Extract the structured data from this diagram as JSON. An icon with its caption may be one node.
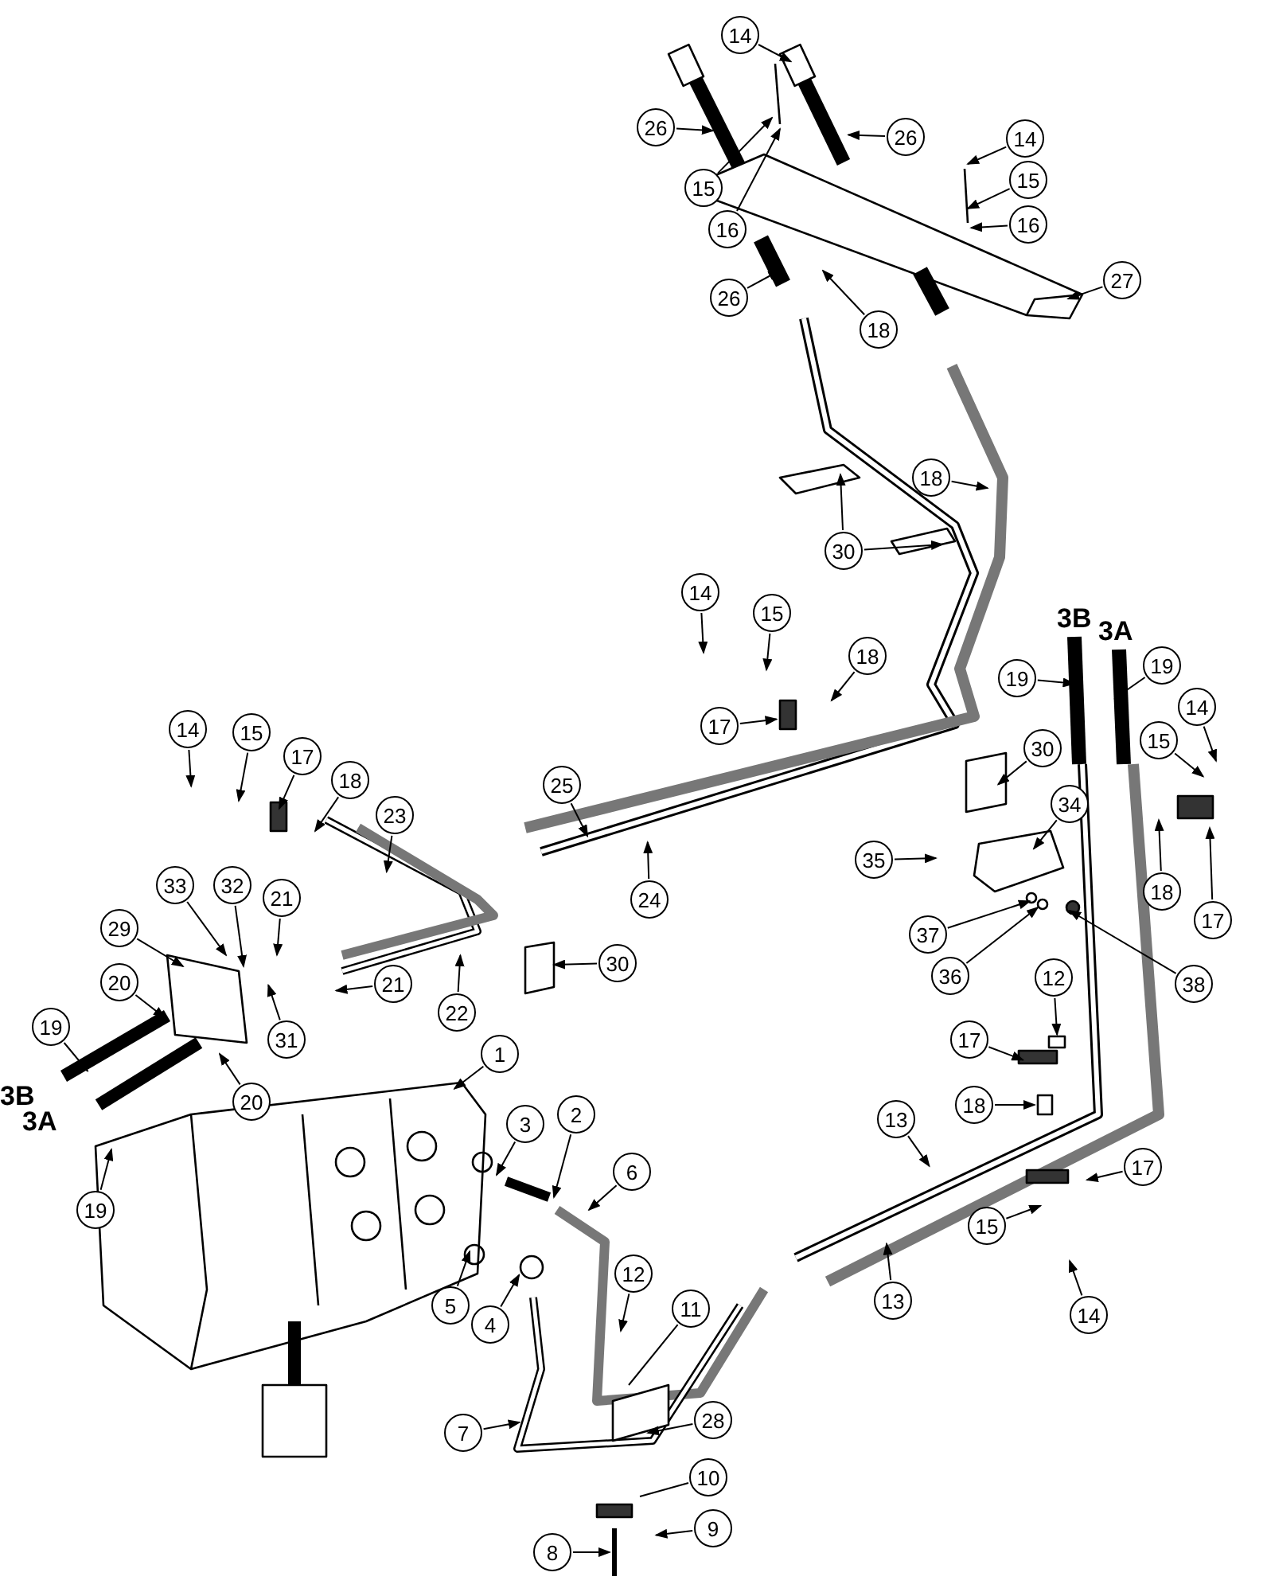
{
  "diagram": {
    "nodes": [
      {
        "text": [
          "14"
        ]
      },
      {
        "text": [
          "26"
        ]
      },
      {
        "text": [
          "26"
        ]
      },
      {
        "text": [
          "14"
        ]
      },
      {
        "text": [
          "15"
        ]
      },
      {
        "text": [
          "15"
        ]
      },
      {
        "text": [
          "16"
        ]
      },
      {
        "text": [
          "16"
        ]
      },
      {
        "text": [
          "26"
        ]
      },
      {
        "text": [
          "27"
        ]
      },
      {
        "text": [
          "18"
        ]
      },
      {
        "text": [
          "18"
        ]
      },
      {
        "text": [
          "30"
        ]
      },
      {
        "text": [
          "14"
        ]
      },
      {
        "text": [
          "15"
        ]
      },
      {
        "text": [
          "19"
        ]
      },
      {
        "text": [
          "19"
        ]
      },
      {
        "text": [
          "18"
        ]
      },
      {
        "text": [
          "17"
        ]
      },
      {
        "text": [
          "14"
        ]
      },
      {
        "text": [
          "30"
        ]
      },
      {
        "text": [
          "15"
        ]
      },
      {
        "text": [
          "14"
        ]
      },
      {
        "text": [
          "15"
        ]
      },
      {
        "text": [
          "17"
        ]
      },
      {
        "text": [
          "25"
        ]
      },
      {
        "text": [
          "18"
        ]
      },
      {
        "text": [
          "23"
        ]
      },
      {
        "text": [
          "34"
        ]
      },
      {
        "text": [
          "35"
        ]
      },
      {
        "text": [
          "18"
        ]
      },
      {
        "text": [
          "33"
        ]
      },
      {
        "text": [
          "32"
        ]
      },
      {
        "text": [
          "21"
        ]
      },
      {
        "text": [
          "24"
        ]
      },
      {
        "text": [
          "17"
        ]
      },
      {
        "text": [
          "29"
        ]
      },
      {
        "text": [
          "37"
        ]
      },
      {
        "text": [
          "12"
        ]
      },
      {
        "text": [
          "30"
        ]
      },
      {
        "text": [
          "36"
        ]
      },
      {
        "text": [
          "20"
        ]
      },
      {
        "text": [
          "21"
        ]
      },
      {
        "text": [
          "38"
        ]
      },
      {
        "text": [
          "22"
        ]
      },
      {
        "text": [
          "19"
        ]
      },
      {
        "text": [
          "31"
        ]
      },
      {
        "text": [
          "17"
        ]
      },
      {
        "text": [
          "1"
        ]
      },
      {
        "text": [
          "18"
        ]
      },
      {
        "text": [
          "20"
        ]
      },
      {
        "text": [
          "3"
        ]
      },
      {
        "text": [
          "13"
        ]
      },
      {
        "text": [
          "2"
        ]
      },
      {
        "text": [
          "17"
        ]
      },
      {
        "text": [
          "6"
        ]
      },
      {
        "text": [
          "19"
        ]
      },
      {
        "text": [
          "15"
        ]
      },
      {
        "text": [
          "12"
        ]
      },
      {
        "text": [
          "13"
        ]
      },
      {
        "text": [
          "14"
        ]
      },
      {
        "text": [
          "5"
        ]
      },
      {
        "text": [
          "11"
        ]
      },
      {
        "text": [
          "4"
        ]
      },
      {
        "text": [
          "28"
        ]
      },
      {
        "text": [
          "7"
        ]
      },
      {
        "text": [
          "10"
        ]
      },
      {
        "text": [
          "9"
        ]
      },
      {
        "text": [
          "8"
        ]
      }
    ],
    "edges": [
      {
        "from": 0,
        "to": null,
        "arrow": "to"
      },
      {
        "from": 1,
        "to": null,
        "arrow": "to"
      },
      {
        "from": 2,
        "to": null,
        "arrow": "to"
      },
      {
        "from": 3,
        "to": null,
        "arrow": "to"
      },
      {
        "from": 4,
        "to": null,
        "arrow": "to"
      },
      {
        "from": 5,
        "to": null,
        "arrow": "to"
      },
      {
        "from": 6,
        "to": null,
        "arrow": "to"
      },
      {
        "from": 7,
        "to": null,
        "arrow": "to"
      },
      {
        "from": 8,
        "to": null,
        "arrow": "to"
      },
      {
        "from": 9,
        "to": null,
        "arrow": "to"
      },
      {
        "from": 10,
        "to": null,
        "arrow": "to"
      },
      {
        "from": 11,
        "to": null,
        "arrow": "to"
      },
      {
        "from": 12,
        "to": null,
        "arrow": "to"
      },
      {
        "from": 12,
        "to": null,
        "arrow": "to"
      },
      {
        "from": 13,
        "to": null,
        "arrow": "to"
      },
      {
        "from": 14,
        "to": null,
        "arrow": "to"
      },
      {
        "from": 15,
        "to": null,
        "arrow": "to"
      },
      {
        "from": 16,
        "to": null,
        "arrow": "to"
      },
      {
        "from": 17,
        "to": null,
        "arrow": "to"
      },
      {
        "from": 18,
        "to": null,
        "arrow": "to"
      },
      {
        "from": 19,
        "to": null,
        "arrow": "to"
      },
      {
        "from": 20,
        "to": null,
        "arrow": "to"
      },
      {
        "from": 21,
        "to": null,
        "arrow": "to"
      },
      {
        "from": 22,
        "to": null,
        "arrow": "to"
      },
      {
        "from": 23,
        "to": null,
        "arrow": "to"
      },
      {
        "from": 24,
        "to": null,
        "arrow": "to"
      },
      {
        "from": 25,
        "to": null,
        "arrow": "to"
      },
      {
        "from": 26,
        "to": null,
        "arrow": "to"
      },
      {
        "from": 27,
        "to": null,
        "arrow": "to"
      },
      {
        "from": 28,
        "to": null,
        "arrow": "to"
      },
      {
        "from": 29,
        "to": null,
        "arrow": "to"
      },
      {
        "from": 30,
        "to": null,
        "arrow": "to"
      },
      {
        "from": 31,
        "to": null,
        "arrow": "to"
      },
      {
        "from": 32,
        "to": null,
        "arrow": "to"
      },
      {
        "from": 33,
        "to": null,
        "arrow": "to"
      },
      {
        "from": 34,
        "to": null,
        "arrow": "to"
      },
      {
        "from": 35,
        "to": null,
        "arrow": "to"
      },
      {
        "from": 36,
        "to": null,
        "arrow": "to"
      },
      {
        "from": 37,
        "to": null,
        "arrow": "to"
      },
      {
        "from": 38,
        "to": null,
        "arrow": "to"
      },
      {
        "from": 39,
        "to": null,
        "arrow": "to"
      },
      {
        "from": 40,
        "to": null,
        "arrow": "to"
      },
      {
        "from": 41,
        "to": null,
        "arrow": "to"
      },
      {
        "from": 42,
        "to": null,
        "arrow": "to"
      },
      {
        "from": 43,
        "to": null,
        "arrow": "to"
      },
      {
        "from": 44,
        "to": null,
        "arrow": "to"
      },
      {
        "from": 45,
        "to": null,
        "arrow": "to"
      },
      {
        "from": 46,
        "to": null,
        "arrow": "to"
      },
      {
        "from": 47,
        "to": null,
        "arrow": "to"
      },
      {
        "from": 48,
        "to": null,
        "arrow": "to"
      },
      {
        "from": 49,
        "to": null,
        "arrow": "to"
      },
      {
        "from": 50,
        "to": null,
        "arrow": "to"
      },
      {
        "from": 51,
        "to": null,
        "arrow": "to"
      },
      {
        "from": 52,
        "to": null,
        "arrow": "to"
      },
      {
        "from": 53,
        "to": null,
        "arrow": "to"
      },
      {
        "from": 54,
        "to": null,
        "arrow": "to"
      },
      {
        "from": 55,
        "to": null,
        "arrow": "to"
      },
      {
        "from": 56,
        "to": null,
        "arrow": "to"
      },
      {
        "from": 57,
        "to": null,
        "arrow": "to"
      },
      {
        "from": 58,
        "to": null,
        "arrow": "to"
      },
      {
        "from": 59,
        "to": null,
        "arrow": "to"
      },
      {
        "from": 60,
        "to": null,
        "arrow": "to"
      },
      {
        "from": 61,
        "to": null,
        "arrow": "to"
      },
      {
        "from": 62,
        "to": null,
        "arrow": "none"
      },
      {
        "from": 63,
        "to": null,
        "arrow": "to"
      },
      {
        "from": 64,
        "to": null,
        "arrow": "to"
      },
      {
        "from": 65,
        "to": null,
        "arrow": "to"
      },
      {
        "from": 66,
        "to": null,
        "arrow": "none"
      },
      {
        "from": 67,
        "to": null,
        "arrow": "to"
      },
      {
        "from": 68,
        "to": null,
        "arrow": "to"
      }
    ],
    "labels": [
      "3B",
      "3A",
      "3B",
      "3A"
    ]
  }
}
